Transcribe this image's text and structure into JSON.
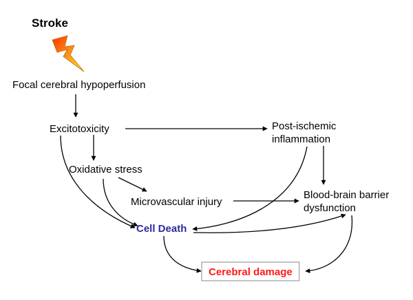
{
  "title": "Stroke",
  "colors": {
    "cell_death": "#2b2ba0",
    "cerebral_damage": "#ff1a1a",
    "bolt_top": "#ff3300",
    "bolt_bottom": "#ffee33"
  },
  "nodes": {
    "hypoperfusion": "Focal cerebral hypoperfusion",
    "excitotoxicity": "Excitotoxicity",
    "oxidative_stress": "Oxidative stress",
    "microvascular_injury": "Microvascular injury",
    "inflammation_line1": "Post-ischemic",
    "inflammation_line2": "inflammation",
    "bbb_line1": "Blood-brain barrier",
    "bbb_line2": "dysfunction",
    "cell_death": "Cell Death",
    "cerebral_damage": "Cerebral damage"
  },
  "icons": [
    "lightning-bolt-icon"
  ]
}
